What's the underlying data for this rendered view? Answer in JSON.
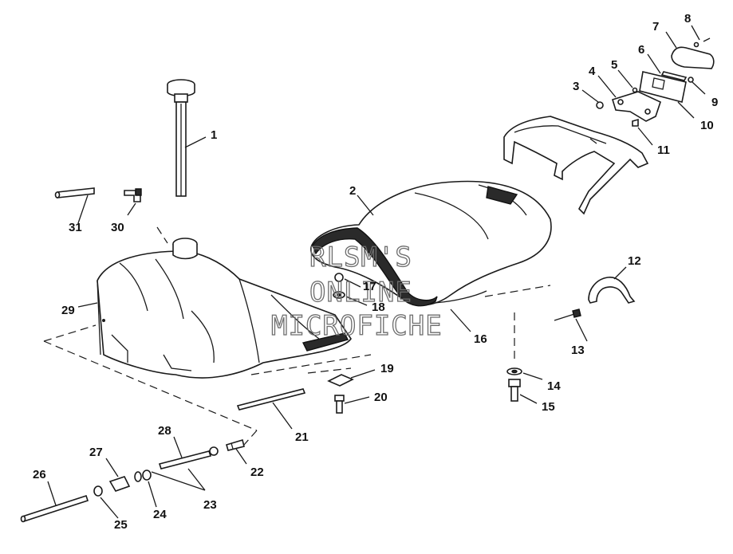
{
  "watermark": {
    "line1": "RLSM'S",
    "line2": "ONLINE",
    "line3": "MICROFICHE"
  },
  "callouts": [
    "1",
    "2",
    "3",
    "4",
    "5",
    "6",
    "7",
    "8",
    "9",
    "10",
    "11",
    "12",
    "13",
    "14",
    "15",
    "16",
    "17",
    "18",
    "19",
    "20",
    "21",
    "22",
    "23",
    "24",
    "25",
    "26",
    "27",
    "28",
    "29",
    "30",
    "31"
  ]
}
